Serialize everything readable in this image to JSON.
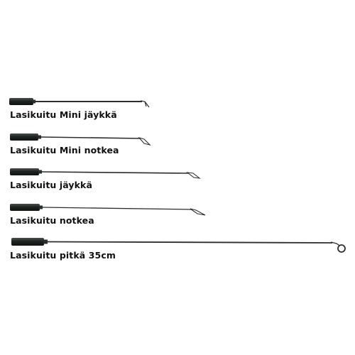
{
  "product_image": {
    "background": "#ffffff",
    "rod_color": "#2b2f2c",
    "handle_color": "#1e2320",
    "rods": [
      {
        "label": "Lasikuitu Mini jäykkä"
      },
      {
        "label": "Lasikuitu Mini notkea"
      },
      {
        "label": "Lasikuitu jäykkä"
      },
      {
        "label": "Lasikuitu notkea"
      },
      {
        "label": "Lasikuitu pitkä 35cm"
      }
    ]
  }
}
